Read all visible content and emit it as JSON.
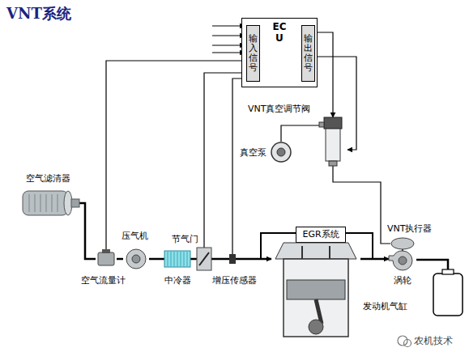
{
  "diagram": {
    "title": "VNT系统",
    "nodes": [
      {
        "text": [
          "EC U"
        ]
      },
      {
        "text": [
          "输入信号"
        ],
        "in": 0
      },
      {
        "text": [
          "输出信号"
        ],
        "in": 0
      },
      {
        "text": [
          "空气滤清器"
        ]
      },
      {
        "text": [
          "空气流量计"
        ]
      },
      {
        "text": [
          "压气机"
        ]
      },
      {
        "text": [
          "中冷器"
        ]
      },
      {
        "text": [
          "节气门"
        ]
      },
      {
        "text": [
          "增压传感器"
        ]
      },
      {
        "text": [
          "EGR系统"
        ]
      },
      {
        "text": [
          "真空泵"
        ]
      },
      {
        "text": [
          "VNT真空调节阀"
        ]
      },
      {
        "text": [
          "VNT执行器"
        ]
      },
      {
        "text": [
          "涡轮"
        ]
      },
      {
        "text": [
          "发动机气缸"
        ]
      }
    ],
    "edges": [
      {
        "from": 3,
        "to": 4,
        "arrow": "none"
      },
      {
        "from": 4,
        "to": 5,
        "arrow": "none"
      },
      {
        "from": 5,
        "to": 6,
        "arrow": "none"
      },
      {
        "from": 6,
        "to": 7,
        "arrow": "none"
      },
      {
        "from": 7,
        "to": 14,
        "arrow": "to"
      },
      {
        "from": 14,
        "to": 13,
        "arrow": "to"
      },
      {
        "from": 4,
        "to": 1,
        "arrow": "to"
      },
      {
        "from": 7,
        "to": 1,
        "arrow": "to"
      },
      {
        "from": 8,
        "to": 1,
        "arrow": "to"
      },
      {
        "from": 2,
        "to": 11,
        "arrow": "to"
      },
      {
        "from": 10,
        "to": 11,
        "arrow": "none"
      },
      {
        "from": 11,
        "to": 12,
        "arrow": "none"
      }
    ],
    "labels": [
      "农机技术"
    ]
  }
}
